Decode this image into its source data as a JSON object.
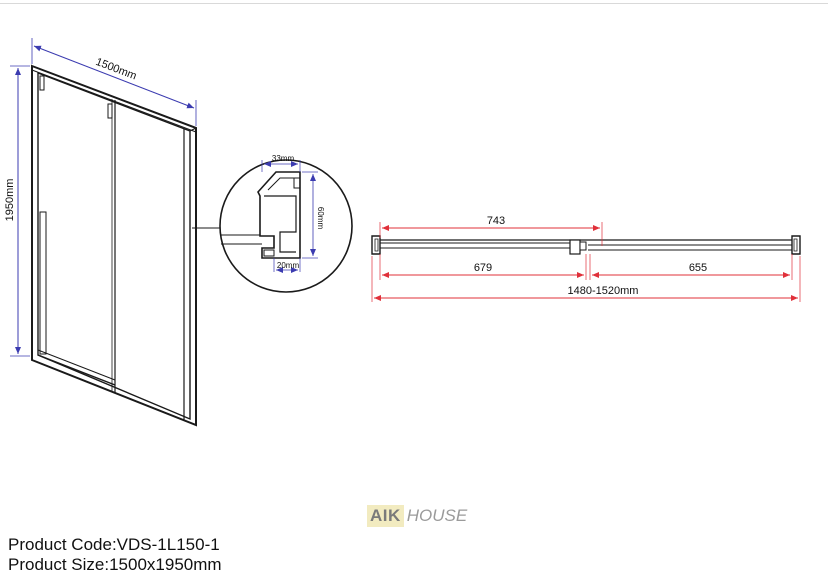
{
  "door_drawing": {
    "width_label": "1500mm",
    "height_label": "1950mm"
  },
  "profile_detail": {
    "top_label": "33mm",
    "side_label": "60mm",
    "bottom_label": "20mm"
  },
  "plan_view": {
    "upper_label": "743",
    "left_label": "679",
    "right_label": "655",
    "overall_label": "1480-1520mm"
  },
  "logo": {
    "part1": "AIK",
    "part2": "HOUSE"
  },
  "product": {
    "code": "Product Code:VDS-1L150-1",
    "size": "Product Size:1500x1950mm"
  },
  "colors": {
    "dimension_blue": "#3b3bb0",
    "dimension_red": "#e0303a",
    "line": "#1a1a1a"
  }
}
